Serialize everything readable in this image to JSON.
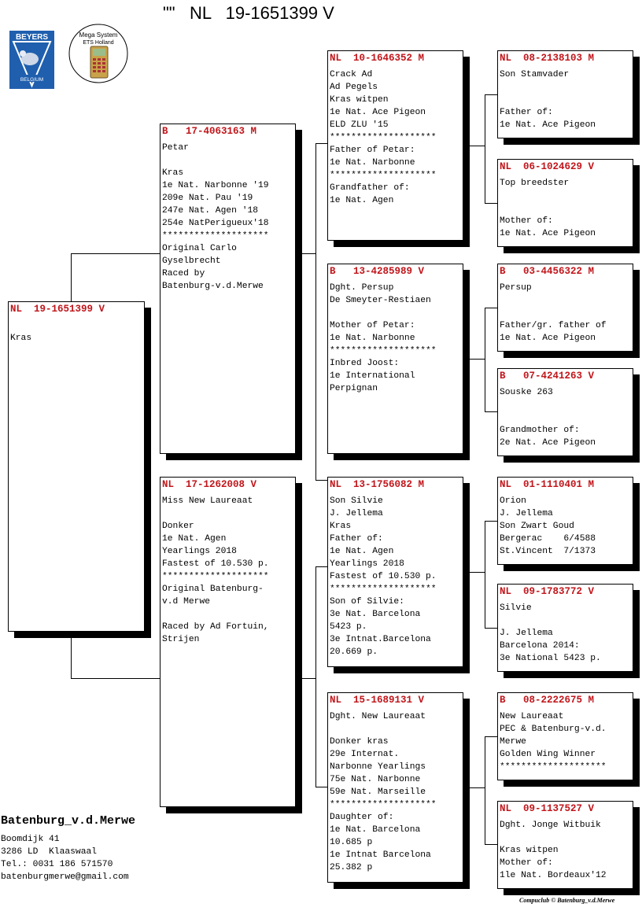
{
  "header": {
    "title": "\"\"   NL   19-1651399 V",
    "logo_beyers_text": [
      "BEYERS",
      "BELGIUM"
    ],
    "logo_mega_text": [
      "Mega System",
      "ETS   Holland"
    ]
  },
  "pedigree": [
    {
      "ring": "NL  19-1651399 V",
      "lines": [
        "",
        "Kras"
      ]
    },
    {
      "ring": "B   17-4063163 M",
      "lines": [
        "Petar",
        "",
        "Kras",
        "1e Nat. Narbonne '19",
        "209e Nat. Pau '19",
        "247e Nat. Agen '18",
        "254e NatPerigueux'18",
        "********************",
        "Original Carlo",
        "Gyselbrecht",
        "Raced by",
        "Batenburg-v.d.Merwe"
      ]
    },
    {
      "ring": "NL  17-1262008 V",
      "lines": [
        "Miss New Laureaat",
        "",
        "Donker",
        "1e Nat. Agen",
        "Yearlings 2018",
        "Fastest of 10.530 p.",
        "********************",
        "Original Batenburg-",
        "v.d Merwe",
        "",
        "Raced by Ad Fortuin,",
        "Strijen"
      ]
    },
    {
      "ring": "NL  10-1646352 M",
      "lines": [
        "Crack Ad",
        "Ad Pegels",
        "Kras witpen",
        "1e Nat. Ace Pigeon",
        "ELD ZLU '15",
        "********************",
        "Father of Petar:",
        "1e Nat. Narbonne",
        "********************",
        "Grandfather of:",
        "1e Nat. Agen"
      ]
    },
    {
      "ring": "B   13-4285989 V",
      "lines": [
        "Dght. Persup",
        "De Smeyter-Restiaen",
        "",
        "Mother of Petar:",
        "1e Nat. Narbonne",
        "********************",
        "Inbred Joost:",
        "1e International",
        "Perpignan"
      ]
    },
    {
      "ring": "NL  13-1756082 M",
      "lines": [
        "Son Silvie",
        "J. Jellema",
        "Kras",
        "Father of:",
        "1e Nat. Agen",
        "Yearlings 2018",
        "Fastest of 10.530 p.",
        "********************",
        "Son of Silvie:",
        "3e Nat. Barcelona",
        "5423 p.",
        "3e Intnat.Barcelona",
        "20.669 p."
      ]
    },
    {
      "ring": "NL  15-1689131 V",
      "lines": [
        "Dght. New Laureaat",
        "",
        "Donker kras",
        "29e Internat.",
        "Narbonne Yearlings",
        "75e Nat. Narbonne",
        "59e Nat. Marseille",
        "********************",
        "Daughter of:",
        "1e Nat. Barcelona",
        "10.685 p",
        "1e Intnat Barcelona",
        "25.382 p"
      ]
    },
    {
      "ring": "NL  08-2138103 M",
      "lines": [
        "Son Stamvader",
        "",
        "",
        "Father of:",
        "1e Nat. Ace Pigeon"
      ]
    },
    {
      "ring": "NL  06-1024629 V",
      "lines": [
        "Top breedster",
        "",
        "",
        "Mother of:",
        "1e Nat. Ace Pigeon"
      ]
    },
    {
      "ring": "B   03-4456322 M",
      "lines": [
        "Persup",
        "",
        "",
        "Father/gr. father of",
        "1e Nat. Ace Pigeon"
      ]
    },
    {
      "ring": "B   07-4241263 V",
      "lines": [
        "Souske 263",
        "",
        "",
        "Grandmother of:",
        "2e Nat. Ace Pigeon"
      ]
    },
    {
      "ring": "NL  01-1110401 M",
      "lines": [
        "Orion",
        "J. Jellema",
        "Son Zwart Goud",
        "Bergerac    6/4588",
        "St.Vincent  7/1373"
      ]
    },
    {
      "ring": "NL  09-1783772 V",
      "lines": [
        "Silvie",
        "",
        "J. Jellema",
        "Barcelona 2014:",
        "3e National 5423 p."
      ]
    },
    {
      "ring": "B   08-2222675 M",
      "lines": [
        "New Laureaat",
        "PEC & Batenburg-v.d.",
        "Merwe",
        "Golden Wing Winner",
        "********************"
      ]
    },
    {
      "ring": "NL  09-1137527 V",
      "lines": [
        "Dght. Jonge Witbuik",
        "",
        "Kras witpen",
        "Mother of:",
        "1le Nat. Bordeaux'12"
      ]
    }
  ],
  "owner": {
    "name": "Batenburg_v.d.Merwe",
    "lines": [
      "Boomdijk 41",
      "3286 LD  Klaaswaal",
      "Tel.: 0031 186 571570",
      "batenburgmerwe@gmail.com"
    ]
  },
  "footer": {
    "text": "Compuclub © Batenburg_v.d.Merwe"
  },
  "colors": {
    "ring": "#c0161b",
    "beyers_blue": "#1f5fae"
  }
}
